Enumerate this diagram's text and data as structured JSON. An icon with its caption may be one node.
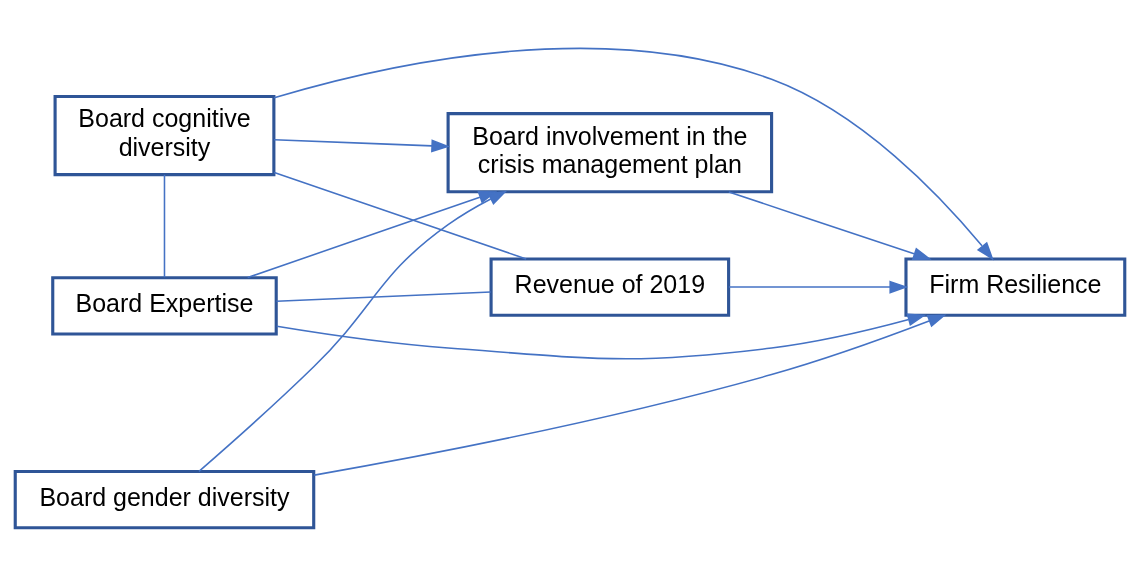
{
  "diagram": {
    "nodes": [
      {
        "text": [
          "Board cognitive diversity"
        ]
      },
      {
        "text": [
          "Board Expertise"
        ]
      },
      {
        "text": [
          "Revenue of 2019"
        ]
      },
      {
        "text": [
          "Board involvement in the crisis management plan"
        ]
      },
      {
        "text": [
          "Firm Resilience"
        ]
      },
      {
        "text": [
          "Board gender diversity"
        ]
      }
    ],
    "edges": [
      {
        "from": 0,
        "to": 1,
        "arrow": "none"
      },
      {
        "from": 0,
        "to": 2,
        "arrow": "none"
      },
      {
        "from": 1,
        "to": 2,
        "arrow": "none"
      },
      {
        "from": 0,
        "to": 3,
        "arrow": "to"
      },
      {
        "from": 0,
        "to": 4,
        "arrow": "to"
      },
      {
        "from": 1,
        "to": 3,
        "arrow": "to"
      },
      {
        "from": 1,
        "to": 4,
        "arrow": "to"
      },
      {
        "from": 2,
        "to": 4,
        "arrow": "to"
      },
      {
        "from": 3,
        "to": 4,
        "arrow": "to"
      },
      {
        "from": 5,
        "to": 3,
        "arrow": "to"
      },
      {
        "from": 5,
        "to": 4,
        "arrow": "to"
      }
    ]
  }
}
